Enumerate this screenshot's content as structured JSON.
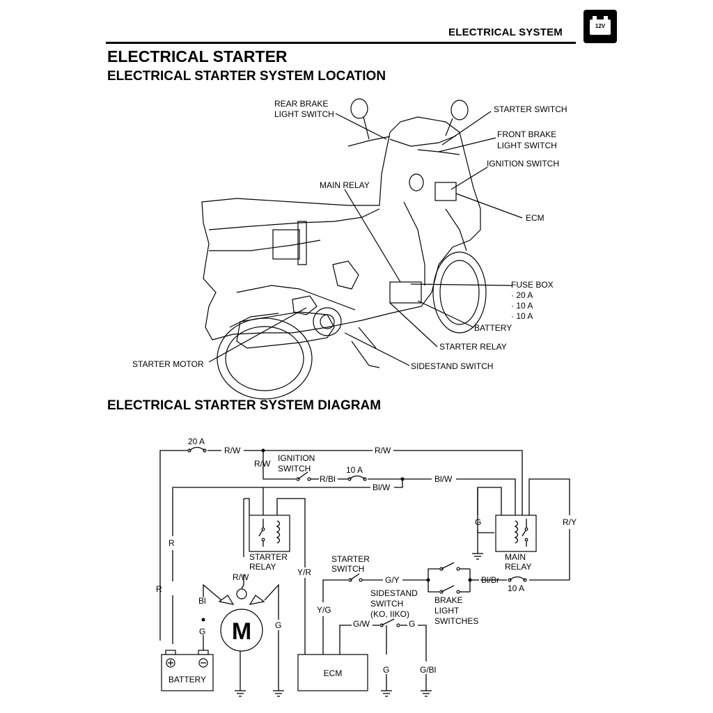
{
  "header": {
    "section": "ELECTRICAL SYSTEM",
    "badge_icon": "battery-icon",
    "badge_label": "12V"
  },
  "page": {
    "title": "ELECTRICAL STARTER",
    "location_title": "ELECTRICAL STARTER SYSTEM LOCATION",
    "diagram_title": "ELECTRICAL STARTER SYSTEM DIAGRAM"
  },
  "location": {
    "rear_brake_l1": "REAR BRAKE",
    "rear_brake_l2": "LIGHT SWITCH",
    "starter_switch": "STARTER SWITCH",
    "front_brake_l1": "FRONT BRAKE",
    "front_brake_l2": "LIGHT SWITCH",
    "ignition_switch": "IGNITION SWITCH",
    "main_relay": "MAIN RELAY",
    "ecm": "ECM",
    "fuse_box": "FUSE BOX",
    "fuse_1": "· 20 A",
    "fuse_2": "· 10 A",
    "fuse_3": "· 10 A",
    "battery": "BATTERY",
    "starter_relay": "STARTER RELAY",
    "starter_motor": "STARTER MOTOR",
    "sidestand_switch": "SIDESTAND SWITCH"
  },
  "diagram": {
    "fuse_20a": "20 A",
    "fuse_10a_top": "10 A",
    "fuse_10a_right": "10 A",
    "rw": "R/W",
    "rw_top": "R/W",
    "rw_branch": "R/W",
    "rw_motor": "R/W",
    "ignition_l1": "IGNITION",
    "ignition_l2": "SWITCH",
    "rbl": "R/Bl",
    "blw_1": "Bl/W",
    "blw_2": "Bl/W",
    "r_1": "R",
    "r_2": "R",
    "g_main": "G",
    "ry": "R/Y",
    "main_relay_l1": "MAIN",
    "main_relay_l2": "RELAY",
    "starter_relay_l1": "STARTER",
    "starter_relay_l2": "RELAY",
    "yr": "Y/R",
    "starter_switch_l1": "STARTER",
    "starter_switch_l2": "SWITCH",
    "gy": "G/Y",
    "blbr": "Bl/Br",
    "sidestand_l1": "SIDESTAND",
    "sidestand_l2": "SWITCH",
    "sidestand_l3": "(KO, IIKO)",
    "brake_l1": "BRAKE",
    "brake_l2": "LIGHT",
    "brake_l3": "SWITCHES",
    "yg": "Y/G",
    "gw": "G/W",
    "g_side": "G",
    "bl": "Bl",
    "g_batt": "G",
    "g_motor": "G",
    "motor": "M",
    "battery": "BATTERY",
    "ecm": "ECM",
    "g_ecm": "G",
    "gbl": "G/Bl"
  }
}
